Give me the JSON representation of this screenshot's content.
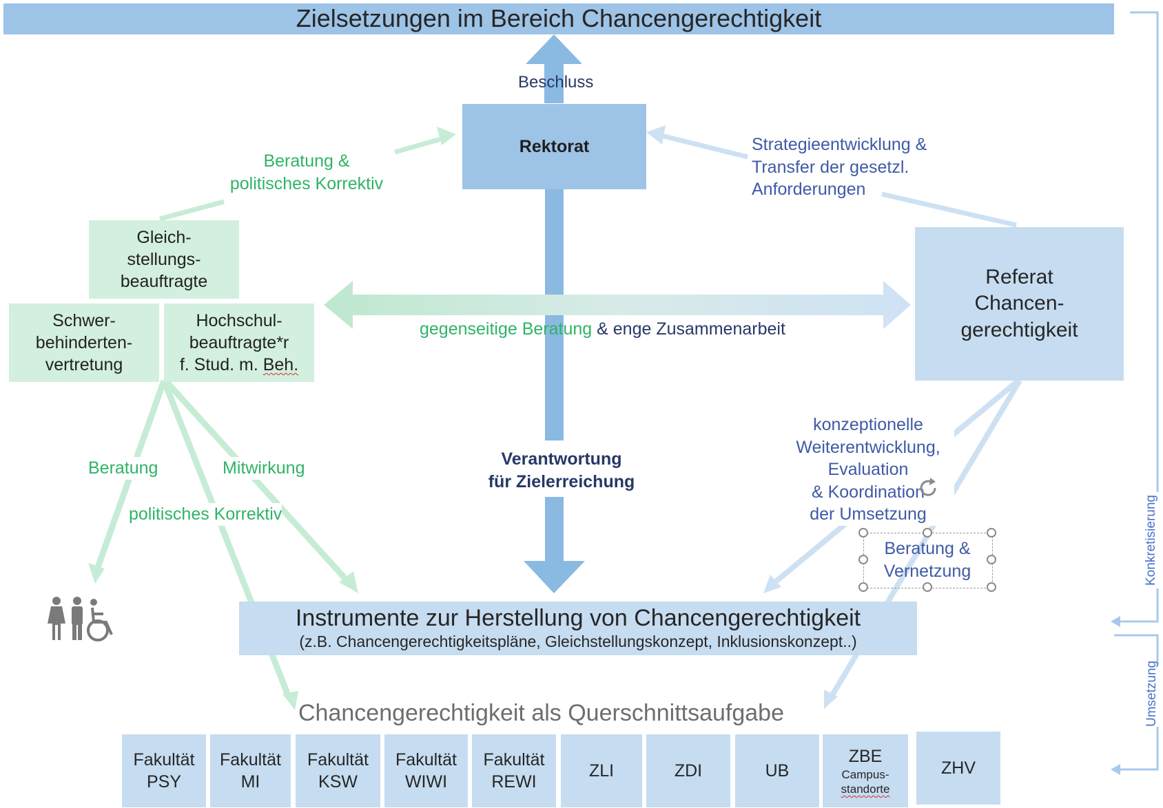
{
  "header": {
    "title": "Zielsetzungen im Bereich Chancengerechtigkeit"
  },
  "rektorat": {
    "label": "Rektorat"
  },
  "beschluss": "Beschluss",
  "gleichstellung": {
    "label": "Gleich-\nstellungs-\nbeauftragte"
  },
  "schwerbehinderten": {
    "label": "Schwer-\nbehinderten-\nvertretung"
  },
  "hochschul": {
    "line1": "Hochschul-\nbeauftragte*r\nf. Stud. m. ",
    "beh": "Beh."
  },
  "referat": {
    "label": "Referat\nChancen-\ngerechtigkeit"
  },
  "labels": {
    "beratung_korrektiv": "Beratung &\npolitisches Korrektiv",
    "strategie": "Strategieentwicklung &\nTransfer der gesetzl.\nAnforderungen",
    "mutual_green": "gegenseitige Beratung",
    "mutual_blue": " & enge Zusammenarbeit",
    "verantwortung": "Verantwortung\nfür Zielerreichung",
    "beratung": "Beratung",
    "mitwirkung": "Mitwirkung",
    "politisches_korrektiv": "politisches Korrektiv",
    "konzeptionelle": "konzeptionelle\nWeiterentwicklung,\nEvaluation\n& Koordination\nder Umsetzung",
    "beratung_vernetzung": "Beratung &\nVernetzung",
    "konkretisierung": "Konkretisierung",
    "umsetzung": "Umsetzung"
  },
  "instrumente": {
    "title": "Instrumente zur Herstellung von Chancengerechtigkeit",
    "subtitle": "(z.B. Chancengerechtigkeitspläne, Gleichstellungskonzept, Inklusionskonzept..)"
  },
  "querschnitt": "Chancengerechtigkeit als Querschnittsaufgabe",
  "units": [
    {
      "label": "Fakultät\nPSY"
    },
    {
      "label": "Fakultät\nMI"
    },
    {
      "label": "Fakultät\nKSW"
    },
    {
      "label": "Fakultät\nWIWI"
    },
    {
      "label": "Fakultät\nREWI"
    },
    {
      "label": "ZLI"
    },
    {
      "label": "ZDI"
    },
    {
      "label": "UB"
    },
    {
      "label": "ZBE",
      "sub1": "Campus-",
      "sub2": "standorte"
    },
    {
      "label": "ZHV"
    }
  ],
  "icons": [
    "woman-icon",
    "man-icon",
    "wheelchair-icon"
  ],
  "colors": {
    "header_bg": "#9dc3e6",
    "rektorat_bg": "#9dc3e6",
    "green_box": "#d3efdf",
    "green_text": "#2fb366",
    "blue_box": "#c6dcf0",
    "blue_text": "#3f5aa6",
    "arrow_blue": "#8ab9e2",
    "arrow_green": "#b9e6cb"
  }
}
